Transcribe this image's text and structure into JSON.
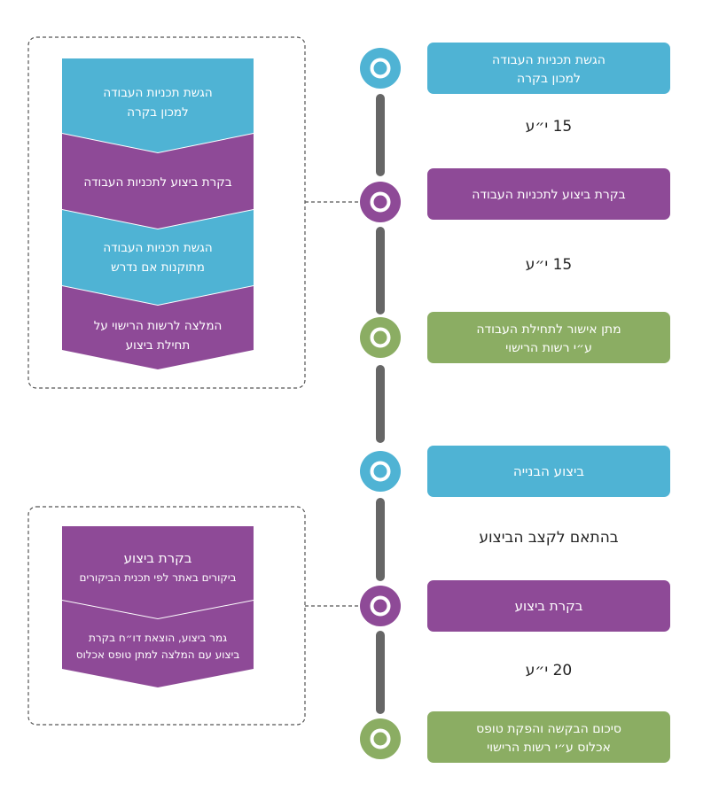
{
  "colors": {
    "blue": "#4fb3d4",
    "purple": "#8e4a97",
    "green": "#8bad63",
    "connector": "#666666",
    "dashed": "#555555"
  },
  "timeline": {
    "steps": [
      {
        "id": "submit",
        "lines": [
          "הגשת תכניות העבודה",
          "למכון בקרה"
        ],
        "color": "blue"
      },
      {
        "id": "review",
        "lines": [
          "בקרת ביצוע לתכניות העבודה"
        ],
        "color": "purple"
      },
      {
        "id": "approval",
        "lines": [
          "מתן אישור לתחילת העבודה",
          "ע״י רשות הרישוי"
        ],
        "color": "green"
      },
      {
        "id": "construction",
        "lines": [
          "ביצוע הבנייה"
        ],
        "color": "blue"
      },
      {
        "id": "inspection",
        "lines": [
          "בקרת ביצוע"
        ],
        "color": "purple"
      },
      {
        "id": "summary",
        "lines": [
          "סיכום הבקשה והפקת טופס",
          "אכלוס ע״י רשות הרישוי"
        ],
        "color": "green"
      }
    ],
    "gaps": [
      "15 י״ע",
      "15 י״ע",
      "",
      "בהתאם לקצב הביצוע",
      "20 י״ע"
    ]
  },
  "detail_group_1": {
    "chevrons": [
      {
        "lines": [
          "הגשת תכניות העבודה",
          "למכון בקרה"
        ],
        "color": "blue"
      },
      {
        "lines": [
          "בקרת ביצוע לתכניות העבודה"
        ],
        "color": "purple"
      },
      {
        "lines": [
          "הגשת תכניות העבודה",
          "מתוקנות אם נדרש"
        ],
        "color": "blue"
      },
      {
        "lines": [
          "המלצה לרשות הרישוי על",
          "תחילת ביצוע"
        ],
        "color": "purple"
      }
    ]
  },
  "detail_group_2": {
    "chevrons": [
      {
        "lines": [
          "בקרת ביצוע",
          "ביקורים באתר לפי תכנית הביקורים"
        ],
        "color": "purple"
      },
      {
        "lines": [
          "גמר ביצוע, הוצאת דו״ח בקרת",
          "ביצוע עם המלצה למתן טופס אכלוס"
        ],
        "color": "purple"
      }
    ]
  }
}
